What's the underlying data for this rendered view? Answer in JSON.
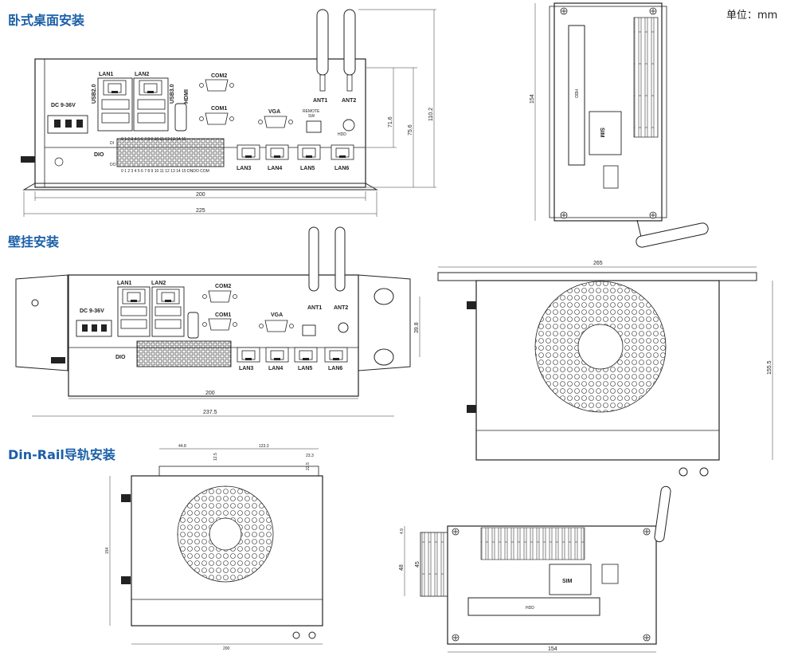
{
  "titles": {
    "desktop": "卧式桌面安装",
    "wall": "壁挂安装",
    "din": "Din-Rail导轨安装"
  },
  "unit": "单位：mm",
  "labels": {
    "lan1": "LAN1",
    "lan2": "LAN2",
    "lan3": "LAN3",
    "lan4": "LAN4",
    "lan5": "LAN5",
    "lan6": "LAN6",
    "com1": "COM1",
    "com2": "COM2",
    "vga": "VGA",
    "hdmi": "HDMI",
    "usb": "USB2.0",
    "usb3": "USB3.0",
    "dc": "DC  9-36V",
    "dio": "DIO",
    "ant1": "ANT1",
    "ant2": "ANT2",
    "remote": "REMOTE",
    "sw": "SW",
    "hdd": "HDD",
    "sim": "SIM",
    "di": "DI",
    "do": "DO",
    "di_nums": "0 1 2 3 4 5 6 7 8 9 10 11 12 13 14 15",
    "do_nums": "0 1 2 3 4 5 6 7 8 9 10 11 12 13 14 15 DNDO COM"
  },
  "dims": {
    "d200": "200",
    "d225": "225",
    "d71_6": "71.6",
    "d75_6": "75.6",
    "d110_2": "110.2",
    "d154": "154",
    "d237_5": "237.5",
    "d39_8": "39.8",
    "d265": "265",
    "d155_5": "155.5",
    "d44_8": "44.8",
    "d12_5": "12.5",
    "d123_3": "123.3",
    "d23_3": "23.3",
    "d22_5": "22.5",
    "d4_9": "4.9",
    "d48": "48",
    "d45": "45",
    "d154b": "154",
    "d200b": "200"
  }
}
